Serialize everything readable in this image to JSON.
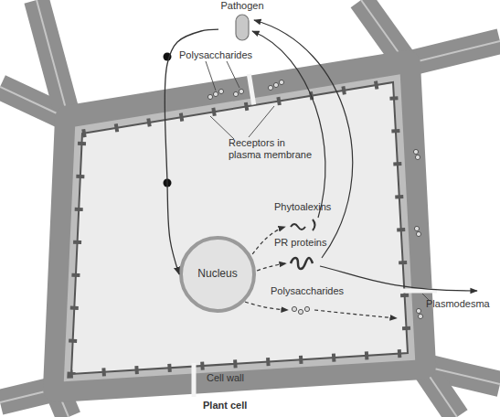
{
  "diagram": {
    "nodes": [
      {
        "text": [
          "Pathogen"
        ]
      },
      {
        "text": [
          "Nucleus"
        ]
      }
    ],
    "edges": [
      {
        "from": 0,
        "to": 1,
        "arrow": "to"
      }
    ],
    "labels": [
      "Polysaccharides",
      "Receptors in plasma membrane",
      "Phytoalexins",
      "PR proteins",
      "Polysaccharides",
      "Plasmodesma",
      "Cell wall",
      "Plant cell"
    ]
  }
}
